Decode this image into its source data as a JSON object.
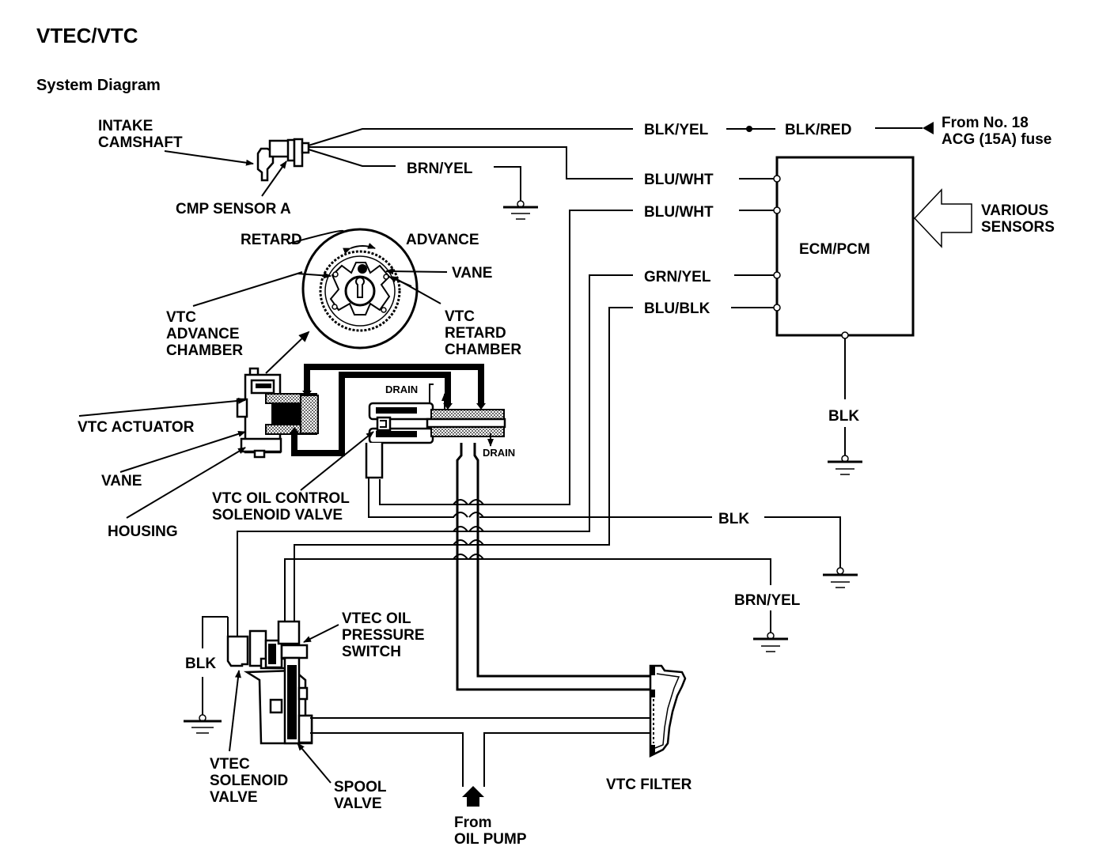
{
  "header": {
    "title": "VTEC/VTC",
    "subtitle": "System Diagram"
  },
  "components": {
    "intake_camshaft": [
      "INTAKE",
      "CAMSHAFT"
    ],
    "cmp_sensor": "CMP SENSOR A",
    "ecm": "ECM/PCM",
    "various_sensors": [
      "VARIOUS",
      "SENSORS"
    ],
    "fuse_source": [
      "From No. 18",
      "ACG (15A) fuse"
    ],
    "retard": "RETARD",
    "advance": "ADVANCE",
    "vane_top": "VANE",
    "vtc_advance_chamber": [
      "VTC",
      "ADVANCE",
      "CHAMBER"
    ],
    "vtc_retard_chamber": [
      "VTC",
      "RETARD",
      "CHAMBER"
    ],
    "vtc_actuator": "VTC ACTUATOR",
    "vane_bottom": "VANE",
    "housing": "HOUSING",
    "vtc_oil_control": [
      "VTC OIL CONTROL",
      "SOLENOID VALVE"
    ],
    "drain_top": "DRAIN",
    "drain_bottom": "DRAIN",
    "vtec_oil_pressure_switch": [
      "VTEC OIL",
      "PRESSURE",
      "SWITCH"
    ],
    "vtec_solenoid_valve": [
      "VTEC",
      "SOLENOID",
      "VALVE"
    ],
    "spool_valve": [
      "SPOOL",
      "VALVE"
    ],
    "oil_pump": [
      "From",
      "OIL PUMP"
    ],
    "vtc_filter": "VTC FILTER"
  },
  "wires": {
    "blk_yel": "BLK/YEL",
    "blk_red": "BLK/RED",
    "brn_yel_top": "BRN/YEL",
    "blu_wht_1": "BLU/WHT",
    "blu_wht_2": "BLU/WHT",
    "grn_yel": "GRN/YEL",
    "blu_blk": "BLU/BLK",
    "blk_ecm_ground": "BLK",
    "blk_solenoid": "BLK",
    "brn_yel_bottom": "BRN/YEL",
    "blk_vtec": "BLK"
  }
}
